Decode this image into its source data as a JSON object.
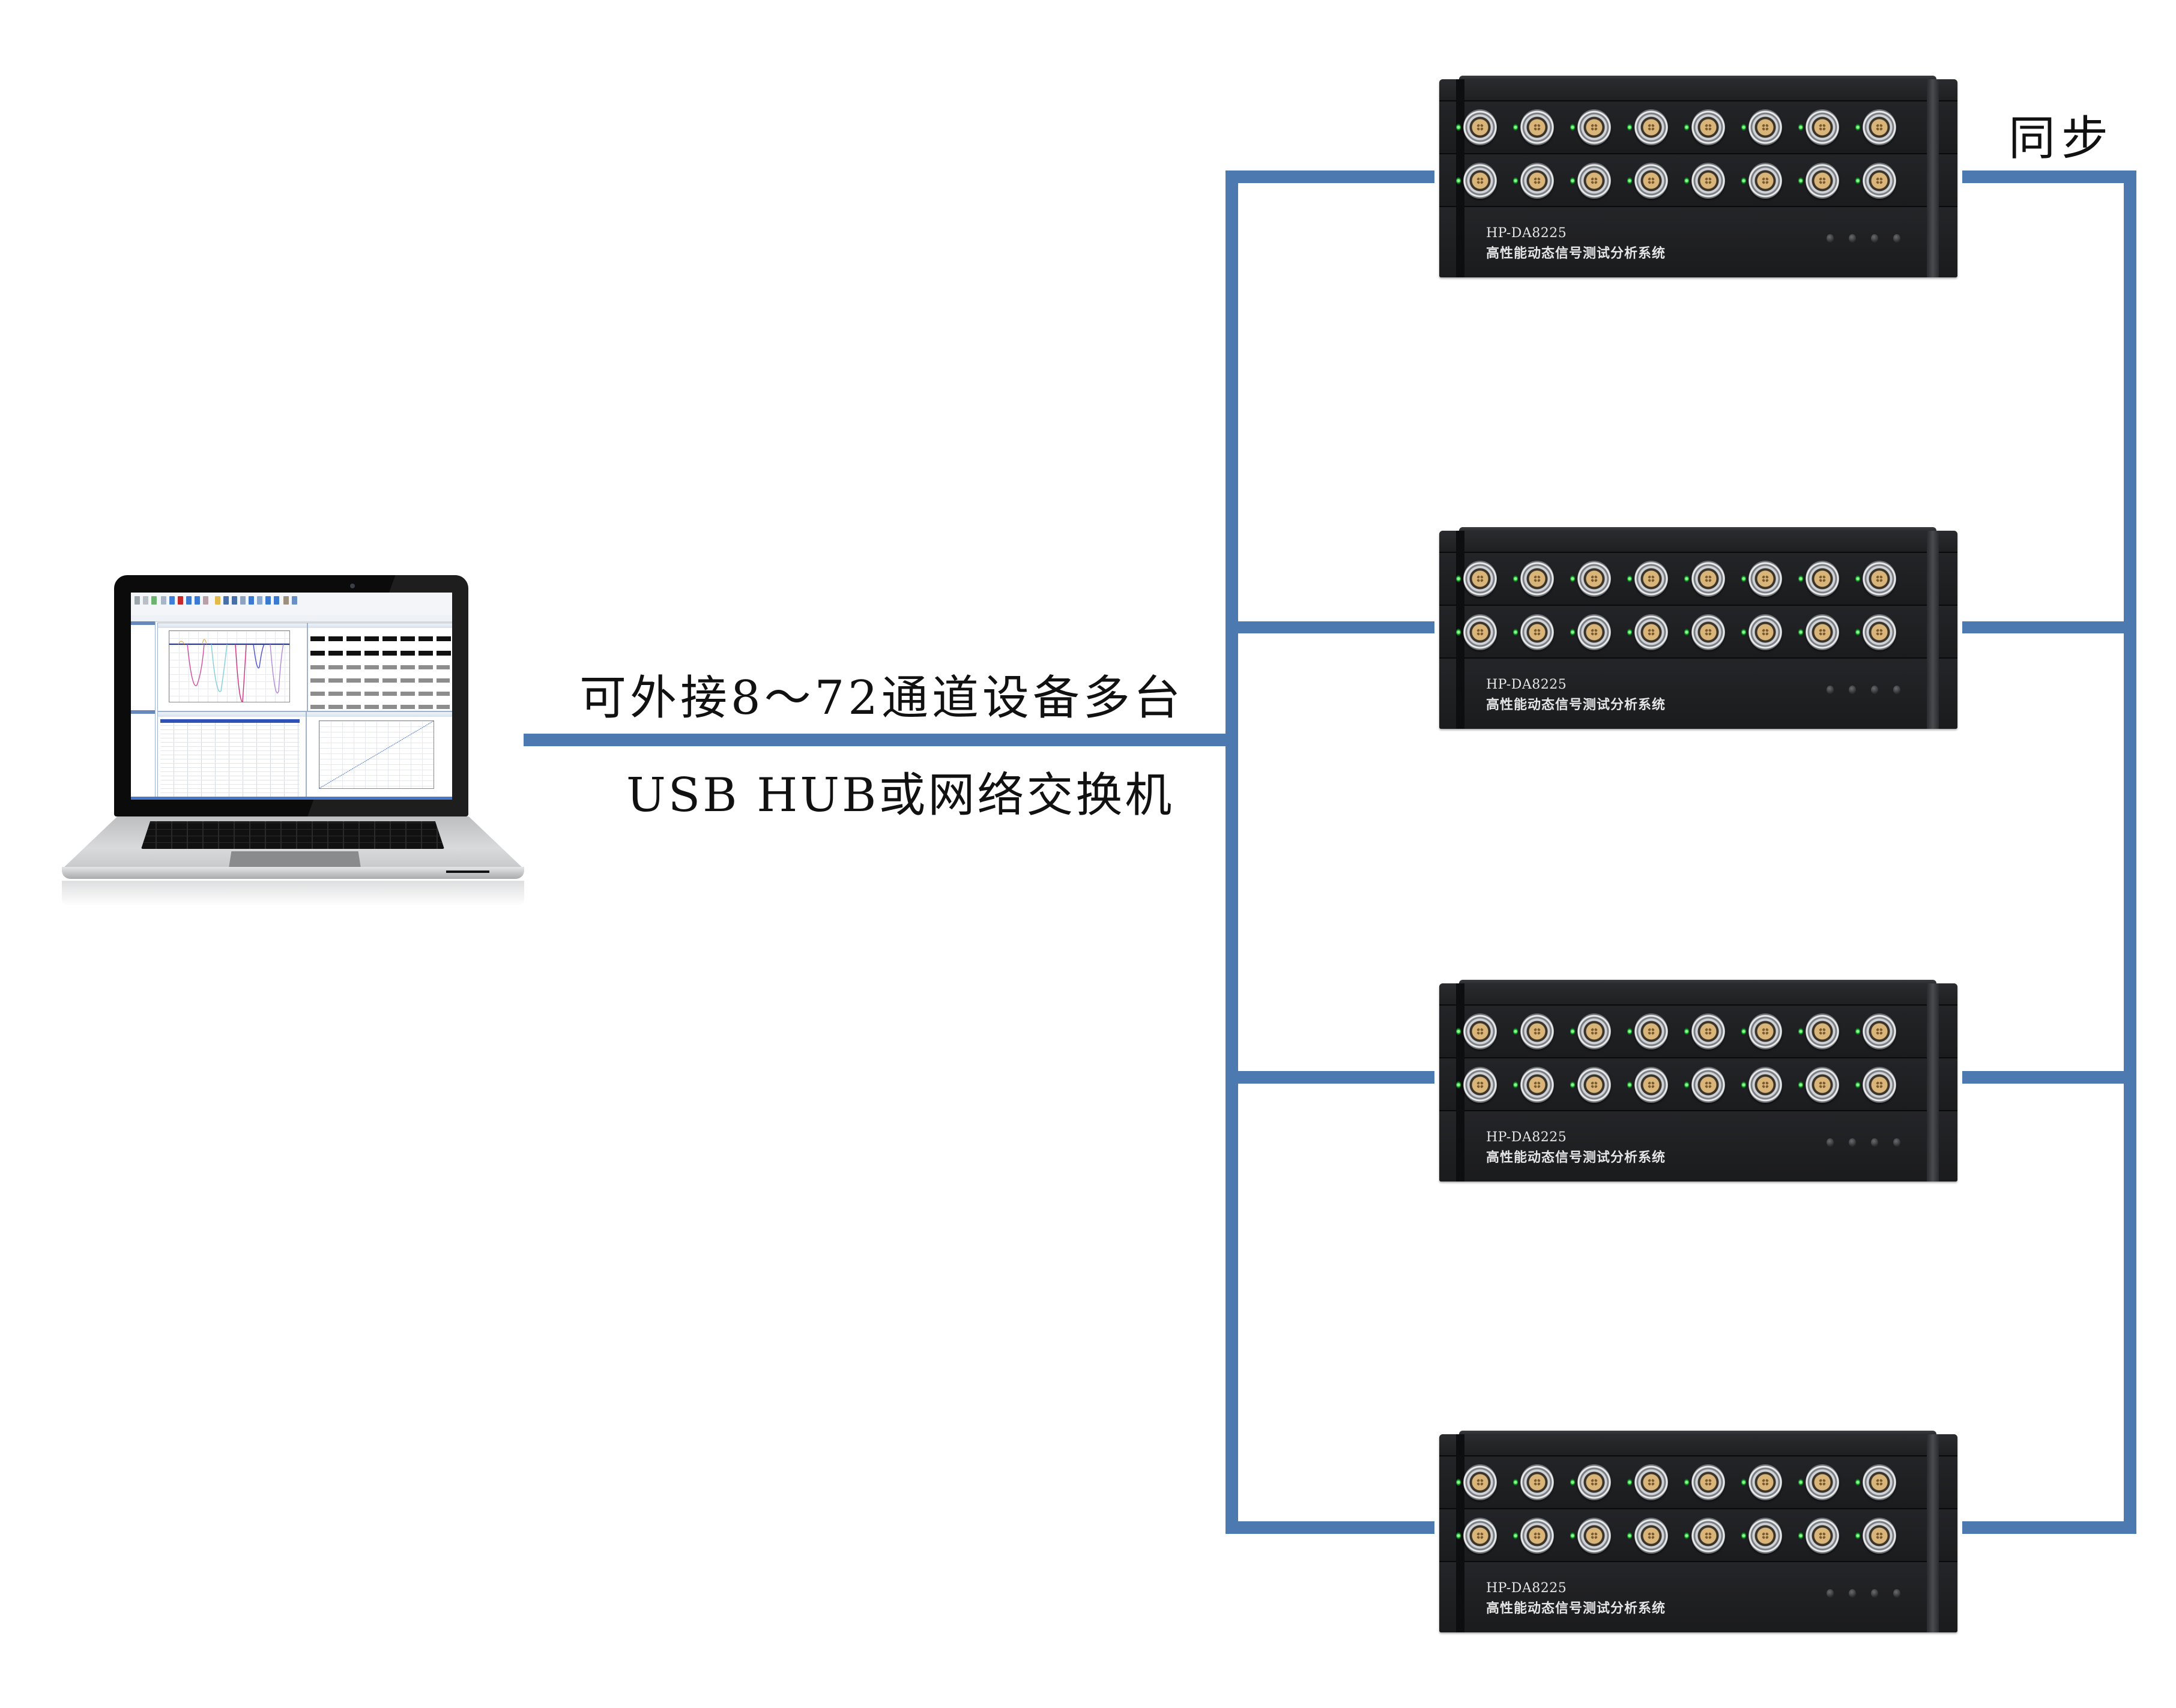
{
  "diagram": {
    "caption_top": "可外接8～72通道设备多台",
    "caption_bottom": "USB HUB或网络交换机",
    "sync_label": "同步",
    "wire_color": "#4d79b1"
  },
  "host": {
    "type": "laptop-icon",
    "screen": "signal-analysis-software-icon"
  },
  "devices": [
    {
      "model": "HP-DA8225",
      "subtitle": "高性能动态信号测试分析系统",
      "channels_per_row": 8,
      "rows": 2,
      "indicator_dots": 4
    },
    {
      "model": "HP-DA8225",
      "subtitle": "高性能动态信号测试分析系统",
      "channels_per_row": 8,
      "rows": 2,
      "indicator_dots": 4
    },
    {
      "model": "HP-DA8225",
      "subtitle": "高性能动态信号测试分析系统",
      "channels_per_row": 8,
      "rows": 2,
      "indicator_dots": 4
    },
    {
      "model": "HP-DA8225",
      "subtitle": "高性能动态信号测试分析系统",
      "channels_per_row": 8,
      "rows": 2,
      "indicator_dots": 4
    }
  ],
  "colors": {
    "wire": "#4d79b1",
    "device_body": "#1d1e20",
    "led": "#1fb53a",
    "connector_pin": "#d9b57a"
  }
}
